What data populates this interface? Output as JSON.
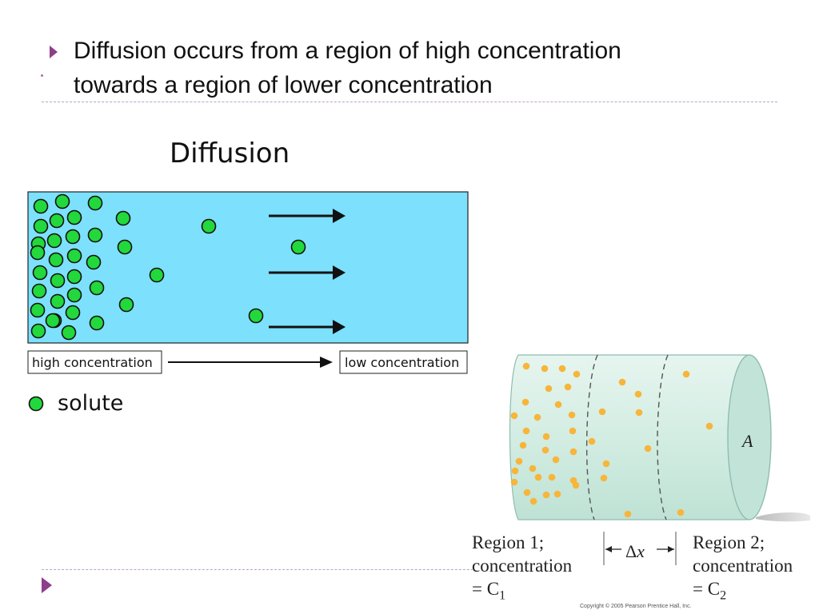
{
  "slide": {
    "bullet_line1": "Diffusion occurs from a region of high concentration",
    "bullet_line2": "towards a region of lower concentration"
  },
  "diagram_left": {
    "title": "Diffusion",
    "high_label": "high concentration",
    "low_label": "low concentration",
    "legend_label": "solute",
    "colors": {
      "tube": "#7de0fd",
      "solute": "#22d83c",
      "arrow": "#111111"
    }
  },
  "diagram_right": {
    "area_label": "A",
    "region1_line1": "Region 1;",
    "region1_line2": "concentration",
    "region1_line3": "= C",
    "region1_sub": "1",
    "region2_line1": "Region 2;",
    "region2_line2": "concentration",
    "region2_line3": "= C",
    "region2_sub": "2",
    "delta_symbol": "Δ",
    "delta_var": "x",
    "copyright": "Copyright © 2005 Pearson Prentice Hall, Inc.",
    "colors": {
      "cylinder": "#d9efe6",
      "rim": "#b6ddd0",
      "particle": "#f7b53a"
    }
  }
}
